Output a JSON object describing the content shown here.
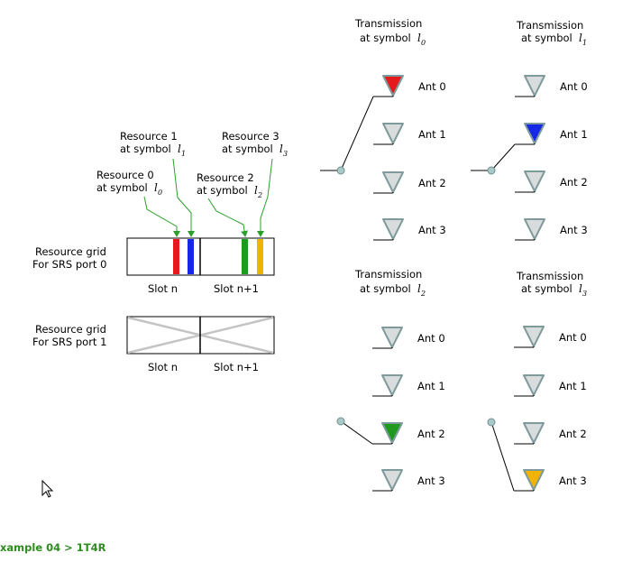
{
  "sym_prefix": "l",
  "resource_labels": [
    {
      "line1": "Resource 0",
      "line2": "at symbol",
      "sub": "0"
    },
    {
      "line1": "Resource 1",
      "line2": "at symbol",
      "sub": "1"
    },
    {
      "line1": "Resource 2",
      "line2": "at symbol",
      "sub": "2"
    },
    {
      "line1": "Resource 3",
      "line2": "at symbol",
      "sub": "3"
    }
  ],
  "grids": [
    {
      "line1": "Resource grid",
      "line2": "For SRS port 0"
    },
    {
      "line1": "Resource grid",
      "line2": "For SRS port 1"
    }
  ],
  "slot_labels": [
    "Slot n",
    "Slot n+1"
  ],
  "transmissions": [
    {
      "line1": "Transmission",
      "line2": "at symbol",
      "sub": "0",
      "active": 0
    },
    {
      "line1": "Transmission",
      "line2": "at symbol",
      "sub": "1",
      "active": 1
    },
    {
      "line1": "Transmission",
      "line2": "at symbol",
      "sub": "2",
      "active": 2
    },
    {
      "line1": "Transmission",
      "line2": "at symbol",
      "sub": "3",
      "active": 3
    }
  ],
  "antennas": [
    "Ant 0",
    "Ant 1",
    "Ant 2",
    "Ant 3"
  ],
  "colors": {
    "resource0": "#e41a1c",
    "resource1": "#1428e6",
    "resource2": "#1f9a1f",
    "resource3": "#f0b400",
    "arrow": "#2aa02a",
    "antenna_idle": "#d8dcdc",
    "antenna_border": "#7f9a9a"
  },
  "footer": "xample 04 > 1T4R"
}
